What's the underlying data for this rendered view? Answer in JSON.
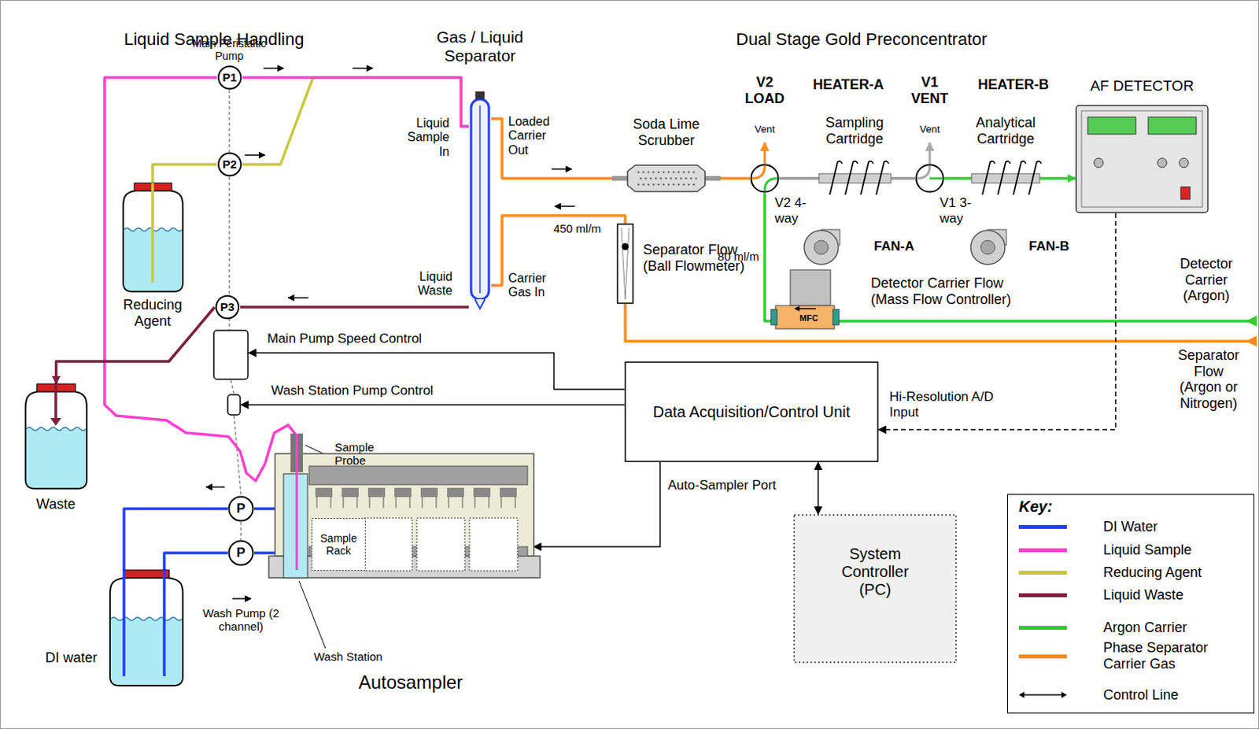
{
  "diagram": {
    "nodes": [
      {
        "text": [
          "P1"
        ]
      },
      {
        "text": [
          "P2"
        ]
      },
      {
        "text": [
          "P3"
        ]
      },
      {
        "text": [
          "Reducing Agent"
        ]
      },
      {
        "text": [
          "Waste"
        ]
      },
      {
        "text": [
          "DI water"
        ]
      },
      {
        "text": [
          "P"
        ]
      },
      {
        "text": [
          "P"
        ]
      },
      {
        "text": [
          "Main Pump Speed Control"
        ]
      },
      {
        "text": [
          "Wash Station Pump Control"
        ]
      },
      {
        "text": [
          "Autosampler"
        ]
      },
      {
        "text": [
          "Sample Rack"
        ],
        "in": 10
      },
      {
        "text": [
          "Gas / Liquid Separator"
        ]
      },
      {
        "text": [
          "Soda Lime Scrubber"
        ]
      },
      {
        "text": [
          "Separator Flow (Ball Flowmeter)"
        ]
      },
      {
        "text": [
          "V2 4-way"
        ]
      },
      {
        "text": [
          "Sampling Cartridge"
        ]
      },
      {
        "text": [
          "V1 3-way"
        ]
      },
      {
        "text": [
          "Analytical Cartridge"
        ]
      },
      {
        "text": [
          "AF DETECTOR"
        ]
      },
      {
        "text": [
          "MFC",
          "Detector Carrier Flow (Mass Flow Controller)"
        ]
      },
      {
        "text": [
          "Data Acquisition/Control Unit"
        ]
      },
      {
        "text": [
          "System Controller (PC)"
        ]
      },
      {
        "text": [
          "FAN-A"
        ]
      },
      {
        "text": [
          "FAN-B"
        ]
      }
    ],
    "edges": [
      {
        "from": 3,
        "to": 1,
        "arrow": "none"
      },
      {
        "from": 1,
        "to": 12,
        "arrow": "none"
      },
      {
        "from": 10,
        "to": 0,
        "arrow": "none"
      },
      {
        "from": 0,
        "to": 12,
        "arrow": "none"
      },
      {
        "from": 12,
        "to": 2,
        "arrow": "none"
      },
      {
        "from": 2,
        "to": 4,
        "arrow": "to"
      },
      {
        "from": 5,
        "to": 6,
        "arrow": "none"
      },
      {
        "from": 6,
        "to": 10,
        "arrow": "none"
      },
      {
        "from": 5,
        "to": 7,
        "arrow": "none"
      },
      {
        "from": 7,
        "to": 10,
        "arrow": "none"
      },
      {
        "from": 12,
        "to": 13,
        "arrow": "none"
      },
      {
        "from": 13,
        "to": 15,
        "arrow": "none"
      },
      {
        "from": 15,
        "to": 16,
        "arrow": "none"
      },
      {
        "from": 16,
        "to": 17,
        "arrow": "none"
      },
      {
        "from": 17,
        "to": 18,
        "arrow": "none"
      },
      {
        "from": 18,
        "to": 19,
        "arrow": "to"
      },
      {
        "from": 20,
        "to": 15,
        "label": "80 ml/m",
        "arrow": "none"
      },
      {
        "from": 14,
        "to": 12,
        "label": "450 ml/m",
        "arrow": "none"
      },
      {
        "from": 21,
        "to": 8,
        "arrow": "to"
      },
      {
        "from": 21,
        "to": 9,
        "arrow": "to"
      },
      {
        "from": 19,
        "to": 21,
        "label": "Hi-Resolution A/D Input",
        "arrow": "to"
      },
      {
        "from": 21,
        "to": 10,
        "label": "Auto-Sampler Port",
        "arrow": "to"
      },
      {
        "from": 21,
        "to": 22,
        "arrow": "both"
      }
    ],
    "labels": [
      "Liquid Sample Handling",
      "Dual Stage Gold Preconcentrator",
      "Main Peristaltic Pump",
      "Liquid Sample In",
      "Loaded Carrier Out",
      "Liquid Waste",
      "Carrier Gas In",
      "V2 LOAD",
      "HEATER-A",
      "Vent",
      "V1 VENT",
      "Vent",
      "HEATER-B",
      "Detector Carrier (Argon)",
      "Separator Flow (Argon or Nitrogen)",
      "Sample Probe",
      "Wash Station",
      "Wash Pump (2 channel)",
      "Key:"
    ],
    "legend": [
      {
        "text": "DI Water",
        "color": "#2040ff"
      },
      {
        "text": "Liquid Sample",
        "color": "#ff40d0"
      },
      {
        "text": "Reducing Agent",
        "color": "#c8c83c"
      },
      {
        "text": "Liquid Waste",
        "color": "#7f1f40"
      },
      {
        "text": "Argon Carrier",
        "color": "#33cc33"
      },
      {
        "text": "Phase Separator Carrier Gas",
        "color": "#ff8c1a"
      },
      {
        "text": "Control Line"
      }
    ]
  }
}
